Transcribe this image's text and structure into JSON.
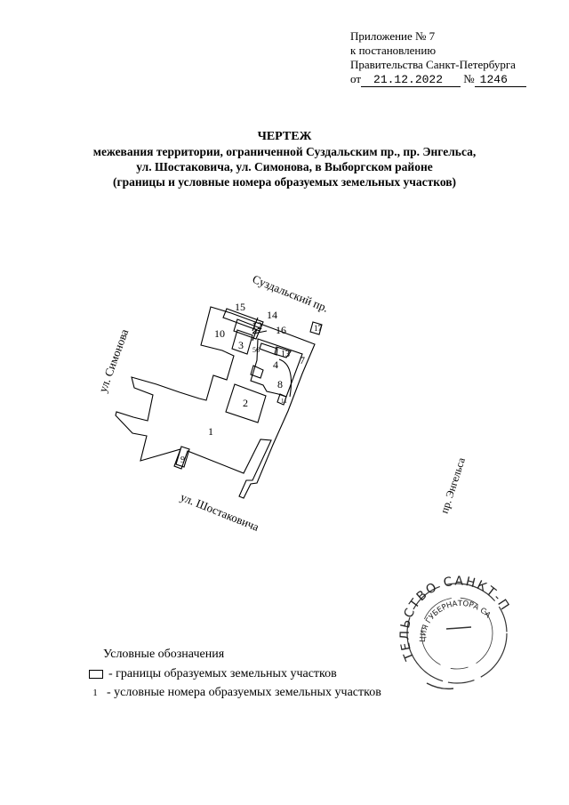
{
  "appendix": {
    "line1": "Приложение № 7",
    "line2": "к постановлению",
    "line3": "Правительства Санкт-Петербурга",
    "from_label": "от",
    "date": "21.12.2022",
    "number_label": "№",
    "number": "1246"
  },
  "title": {
    "heading": "ЧЕРТЕЖ",
    "line1": "межевания территории, ограниченной  Суздальским пр., пр. Энгельса,",
    "line2": "ул. Шостаковича, ул. Симонова, в Выборгском районе",
    "line3": "(границы и условные номера образуемых земельных участков)"
  },
  "streets": {
    "suzdalsky": "Суздальский пр.",
    "simonova": "ул. Симонова",
    "shostakovicha": "ул. Шостаковича",
    "engelsa": "пр. Энгельса"
  },
  "parcels": [
    "1",
    "2",
    "3",
    "4",
    "5",
    "6",
    "7",
    "8",
    "9",
    "10",
    "11",
    "12",
    "13",
    "14",
    "15",
    "16",
    "17"
  ],
  "legend": {
    "title": "Условные обозначения",
    "boundary_label": "- границы образуемых земельных участков",
    "number_sample": "1",
    "number_label": "- условные номера образуемых земельных участков"
  },
  "stamp": {
    "outer_text": "ТЕЛЬСТВО САНКТ-П",
    "inner_text": "ЦИЯ ГУБЕРНАТОРА САН"
  }
}
